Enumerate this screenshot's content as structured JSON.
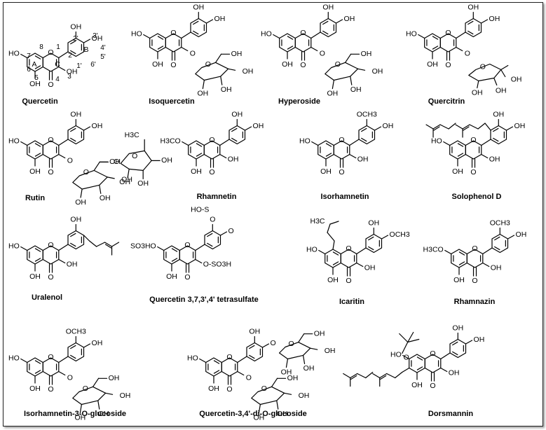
{
  "compounds": [
    {
      "name": "Quercetin"
    },
    {
      "name": "Isoquercetin"
    },
    {
      "name": "Hyperoside"
    },
    {
      "name": "Quercitrin"
    },
    {
      "name": "Rutin"
    },
    {
      "name": "Rhamnetin"
    },
    {
      "name": "Isorhamnetin"
    },
    {
      "name": "Solophenol D"
    },
    {
      "name": "Uralenol"
    },
    {
      "name": "Quercetin 3,7,3',4' tetrasulfate"
    },
    {
      "name": "Icaritin"
    },
    {
      "name": "Rhamnazin"
    },
    {
      "name": "Isorhamnetin-3-O-glucoside"
    },
    {
      "name": "Quercetin-3,4'-di-O-glucoside"
    },
    {
      "name": "Dorsmannin"
    }
  ],
  "atoms": {
    "oh": "OH",
    "ho": "HO",
    "o": "O",
    "och3": "OCH3",
    "h3co": "H3CO",
    "h3c": "H3C",
    "so3h": "SO3H"
  },
  "quercetin_numbering": {
    "ring_a": "A",
    "ring_b": "B",
    "ring_c": "C",
    "pos": [
      "1",
      "2",
      "3",
      "4",
      "5",
      "6",
      "7",
      "8",
      "1'",
      "2'",
      "3'",
      "4'",
      "5'",
      "6'"
    ]
  }
}
